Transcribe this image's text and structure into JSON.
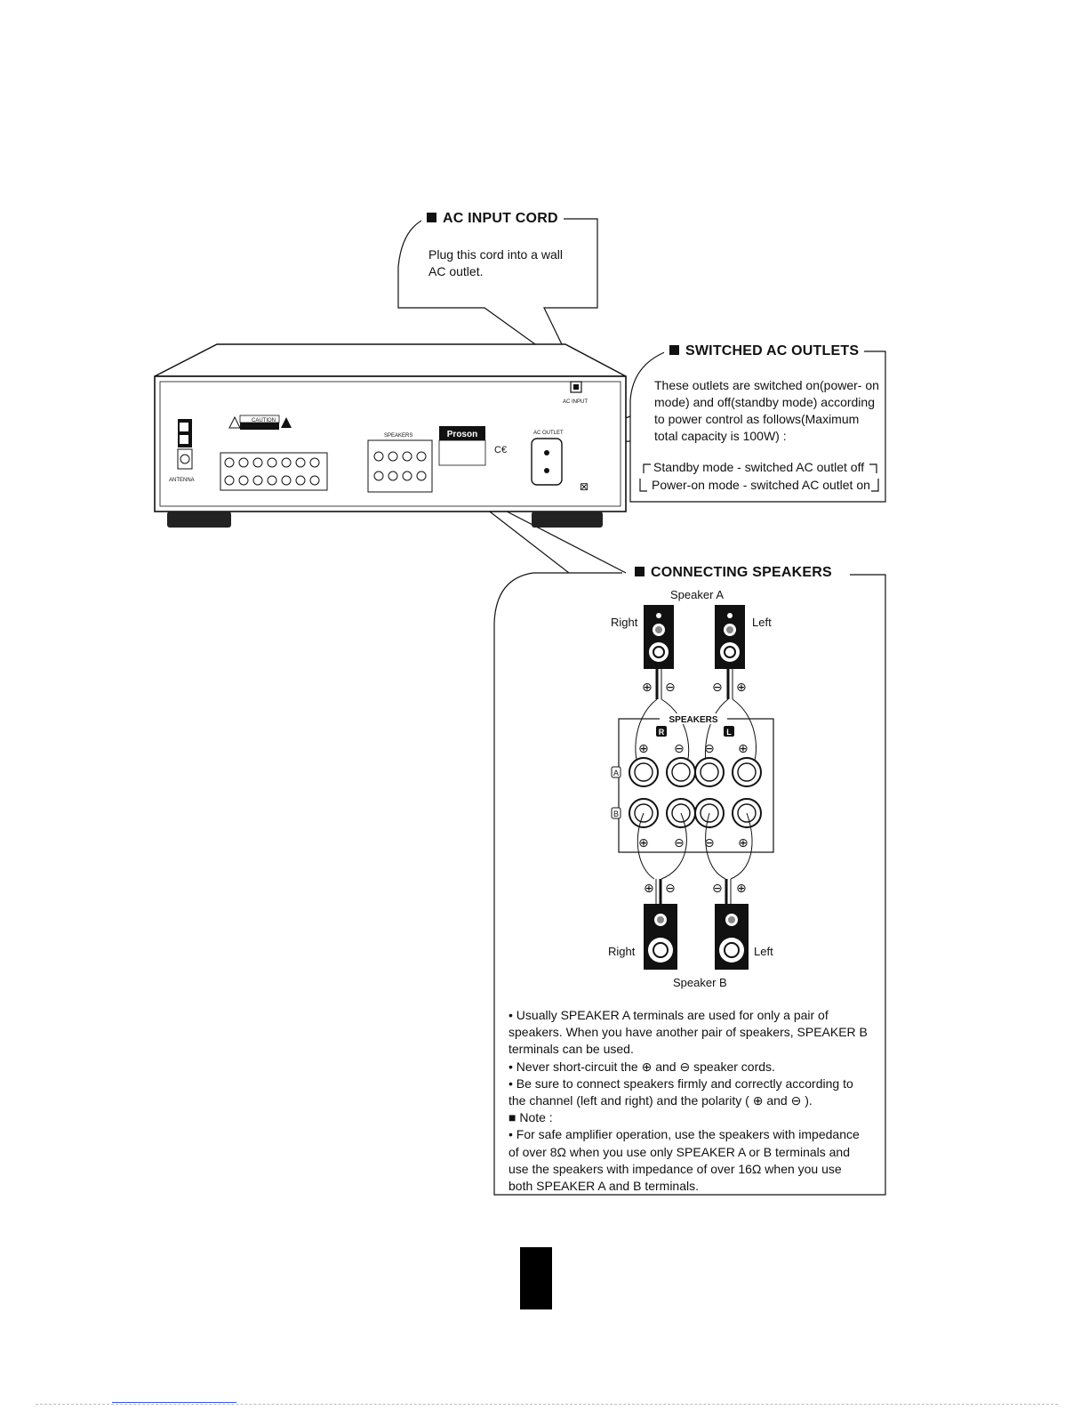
{
  "ac_input": {
    "title": "AC INPUT CORD",
    "text_lines": [
      "Plug this cord into a wall",
      "AC outlet."
    ]
  },
  "switched_outlets": {
    "title": "SWITCHED AC OUTLETS",
    "text_lines": [
      "These outlets are switched on(power- on",
      "mode) and off(standby mode) according",
      "to power control as follows(Maximum",
      "total capacity is 100W) :"
    ],
    "standby": "Standby mode - switched AC outlet off",
    "power_on": "Power-on mode - switched AC outlet on"
  },
  "connecting": {
    "title": "CONNECTING SPEAKERS",
    "speaker_a": "Speaker A",
    "speaker_b": "Speaker B",
    "right": "Right",
    "left": "Left",
    "panel_label": "SPEAKERS",
    "r_badge": "R",
    "l_badge": "L",
    "row_a": "A",
    "row_b": "B",
    "notes": [
      "• Usually SPEAKER A terminals are used for only a pair of",
      "   speakers. When you have another pair of speakers, SPEAKER B",
      "   terminals can be used.",
      "• Never short-circuit the ⊕ and ⊖ speaker cords.",
      "• Be sure to connect speakers firmly and correctly according to",
      "   the channel (left and right) and the polarity ( ⊕ and ⊖ ).",
      "■ Note :",
      "• For safe amplifier operation, use the speakers with impedance",
      "   of over 8Ω  when you use only SPEAKER A or B terminals and",
      "   use the speakers with impedance of over 16Ω  when you use",
      "   both SPEAKER A and B terminals."
    ]
  },
  "device": {
    "brand": "Proson",
    "caution": "CAUTION",
    "antenna": "ANTENNA",
    "ac_input_label": "AC INPUT",
    "ac_outlet_label": "AC OUTLET",
    "speakers_label": "SPEAKERS"
  },
  "colors": {
    "ink": "#111111",
    "paper": "#ffffff",
    "link": "#3355ee"
  }
}
